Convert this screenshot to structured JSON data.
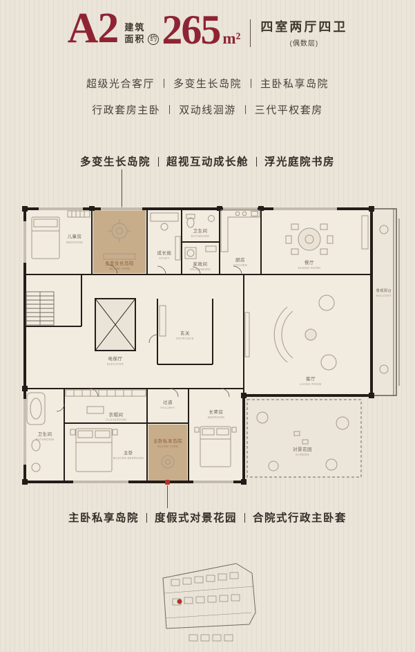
{
  "colors": {
    "background": "#eae4d9",
    "accent_red": "#8e2433",
    "marker_red": "#b23128",
    "text_dark": "#3d372f",
    "highlight_tan": "#c8ad8b",
    "wall_black": "#221d18"
  },
  "header": {
    "plan_code": "A2",
    "area_label_line1": "建筑",
    "area_label_line2": "面积",
    "approx_badge": "约",
    "area_value": "265",
    "area_unit": "m²",
    "layout_desc": "四室两厅四卫",
    "floor_note": "(偶数层)"
  },
  "features": {
    "line1": [
      "超级光合客厅",
      "多变生长岛院",
      "主卧私享岛院"
    ],
    "line2": [
      "行政套房主卧",
      "双动线洄游",
      "三代平权套房"
    ]
  },
  "callouts": {
    "top": [
      "多变生长岛院",
      "超视互动成长舱",
      "浮光庭院书房"
    ],
    "bottom": [
      "主卧私享岛院",
      "度假式对景花园",
      "合院式行政主卧套"
    ]
  },
  "floorplan": {
    "rooms": [
      {
        "label": "儿童房",
        "en": "BEDROOM"
      },
      {
        "label": "多变生长岛院",
        "en": "ISLAND YARD"
      },
      {
        "label": "成长舱",
        "en": "STUDY"
      },
      {
        "label": "卫生间",
        "en": "BATHROOM"
      },
      {
        "label": "家政间",
        "en": "HOUSEWORK"
      },
      {
        "label": "厨房",
        "en": "KITCHEN"
      },
      {
        "label": "餐厅",
        "en": "DINING ROOM"
      },
      {
        "label": "景观阳台",
        "en": "BALCONY"
      },
      {
        "label": "电梯厅",
        "en": "ELEVATOR"
      },
      {
        "label": "玄关",
        "en": "ENTRANCE"
      },
      {
        "label": "客厅",
        "en": "LIVING ROOM"
      },
      {
        "label": "过道",
        "en": "HALLWAY"
      },
      {
        "label": "衣帽间",
        "en": "CLOAKROOM"
      },
      {
        "label": "卫生间",
        "en": "BATHROOM"
      },
      {
        "label": "主卧",
        "en": "MASTER BEDROOM"
      },
      {
        "label": "主卧私享岛院",
        "en": "ISLAND YARD"
      },
      {
        "label": "长辈房",
        "en": "BEDROOM"
      },
      {
        "label": "对景花园",
        "en": "GARDEN"
      }
    ]
  }
}
